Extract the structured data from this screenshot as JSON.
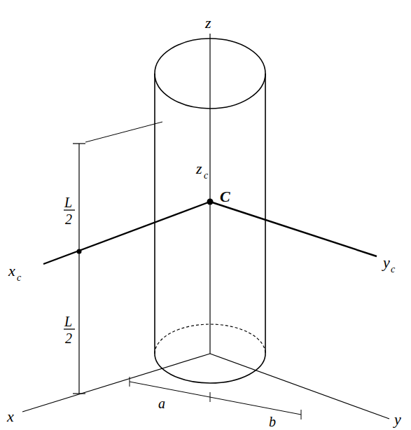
{
  "diagram": {
    "labels": [
      "z",
      "z",
      "c",
      "C",
      "x",
      "c",
      "y",
      "c",
      "L",
      "2",
      "L",
      "2",
      "x",
      "a",
      "b",
      "y"
    ]
  }
}
